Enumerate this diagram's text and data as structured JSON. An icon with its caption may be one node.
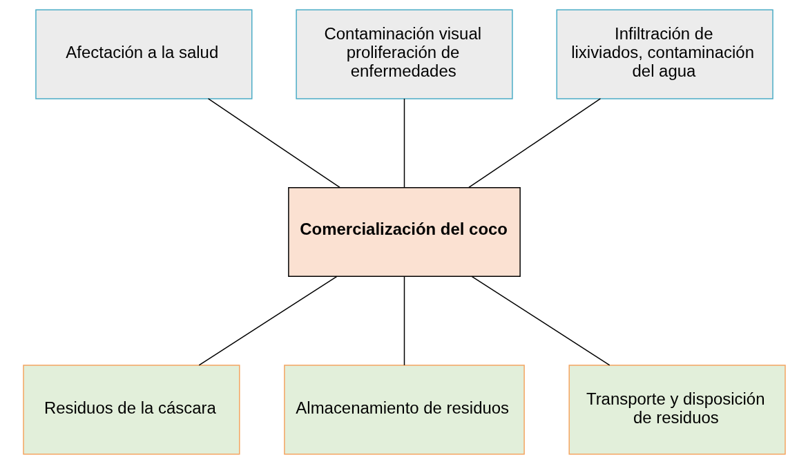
{
  "diagram": {
    "nodes": [
      {
        "text": [
          "Afectación a la salud"
        ]
      },
      {
        "text": [
          "Contaminación visual proliferación de enfermedades"
        ]
      },
      {
        "text": [
          "Infiltración de lixiviados, contaminación del agua"
        ]
      },
      {
        "text": [
          "Comercialización del coco"
        ]
      },
      {
        "text": [
          "Residuos de la cáscara"
        ]
      },
      {
        "text": [
          "Almacenamiento de residuos"
        ]
      },
      {
        "text": [
          "Transporte y disposición de residuos"
        ]
      }
    ],
    "edges": [
      {
        "from": 0,
        "to": 3,
        "arrow": "none"
      },
      {
        "from": 1,
        "to": 3,
        "arrow": "none"
      },
      {
        "from": 2,
        "to": 3,
        "arrow": "none"
      },
      {
        "from": 3,
        "to": 4,
        "arrow": "none"
      },
      {
        "from": 3,
        "to": 5,
        "arrow": "none"
      },
      {
        "from": 3,
        "to": 6,
        "arrow": "none"
      }
    ]
  }
}
